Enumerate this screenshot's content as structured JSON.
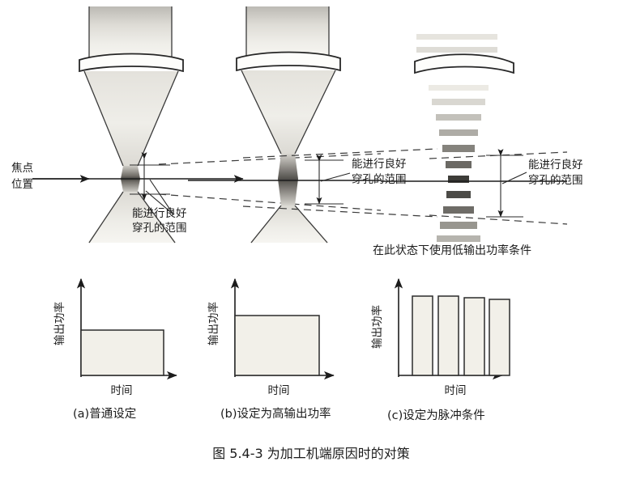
{
  "figure": {
    "number": "图 5.4-3",
    "caption": "为加工机端原因时的对策",
    "full_caption": "图 5.4-3    为加工机端原因时的对策"
  },
  "optics": {
    "focus_label_line1": "焦点",
    "focus_label_line2": "位置",
    "panel_a": {
      "annotation_line1": "能进行良好",
      "annotation_line2": "穿孔的范围"
    },
    "panel_b": {
      "annotation_line1": "能进行良好",
      "annotation_line2": "穿孔的范围"
    },
    "panel_c": {
      "annotation_line1": "能进行良好",
      "annotation_line2": "穿孔的范围",
      "note": "在此状态下使用低输出功率条件"
    }
  },
  "charts": {
    "y_axis_label": "输出功率",
    "x_axis_label": "时间",
    "items": [
      {
        "caption": "(a)普通设定",
        "type": "area",
        "level": 0.55
      },
      {
        "caption": "(b)设定为高输出功率",
        "type": "area",
        "level": 0.82
      },
      {
        "caption": "(c)设定为脉冲条件",
        "type": "bar",
        "pulse_count": 4,
        "level": 0.92
      }
    ]
  },
  "chart_data": {
    "type": "bar",
    "title": "输出功率对时间",
    "xlabel": "时间",
    "ylabel": "输出功率",
    "charts": [
      {
        "id": "a",
        "title": "(a)普通设定",
        "type": "area",
        "x": [
          0,
          1
        ],
        "values": [
          0.55,
          0.55
        ],
        "ylim": [
          0,
          1
        ],
        "grid": false
      },
      {
        "id": "b",
        "title": "(b)设定为高输出功率",
        "type": "area",
        "x": [
          0,
          1
        ],
        "values": [
          0.82,
          0.82
        ],
        "ylim": [
          0,
          1
        ],
        "grid": false
      },
      {
        "id": "c",
        "title": "(c)设定为脉冲条件",
        "type": "bar",
        "categories": [
          "1",
          "2",
          "3",
          "4"
        ],
        "values": [
          0.92,
          0.92,
          0.92,
          0.92
        ],
        "ylim": [
          0,
          1
        ],
        "grid": false
      }
    ],
    "legend": []
  },
  "colors": {
    "background": "#ffffff",
    "ink": "#1c1c1c",
    "fill": "#f2f0e9",
    "beam_light": "#e8e6e0",
    "beam_dark": "#55534e"
  }
}
